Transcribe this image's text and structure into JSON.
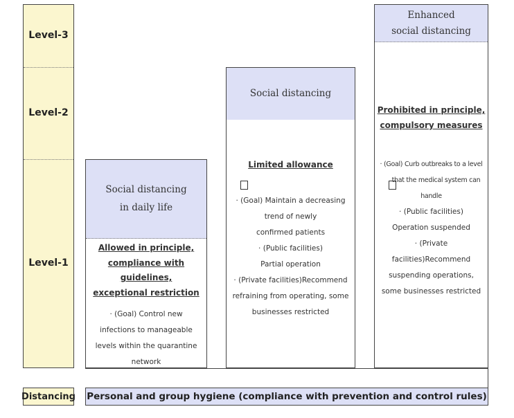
{
  "levels": {
    "level3": "Level-3",
    "level2": "Level-2",
    "level1": "Level-1"
  },
  "columns": [
    {
      "header_line1": "Social distancing",
      "header_line2": "in daily life",
      "title_line1": "Allowed in principle,",
      "title_line2": "compliance with guidelines,",
      "title_line3": "exceptional restriction",
      "body": [
        "· (Goal) Control new",
        "infections to manageable",
        "levels within the quarantine",
        "network"
      ]
    },
    {
      "header_line1": "Social distancing",
      "title_line1": "Limited allowance",
      "body": [
        "· (Goal) Maintain a decreasing",
        "trend of newly",
        "confirmed patients",
        "· (Public facilities)",
        "Partial operation",
        "· (Private facilities)Recommend",
        "refraining from operating, some",
        "businesses restricted"
      ]
    },
    {
      "header_line1": "Enhanced",
      "header_line2": "social distancing",
      "title_line1": "Prohibited in principle,",
      "title_line2": "compulsory measures",
      "body": [
        "· (Goal) Curb outbreaks to a level",
        "that the medical system can",
        "handle",
        "· (Public facilities)",
        "Operation suspended",
        "· (Private",
        "facilities)Recommend",
        "suspending operations,",
        "some businesses restricted"
      ]
    }
  ],
  "bottom": {
    "distancing_label": "Distancing",
    "hygiene_label": "Personal and group hygiene (compliance with prevention and control rules)"
  },
  "colors": {
    "level_fill": "#fbf6cf",
    "header_fill": "#dde0f6"
  }
}
